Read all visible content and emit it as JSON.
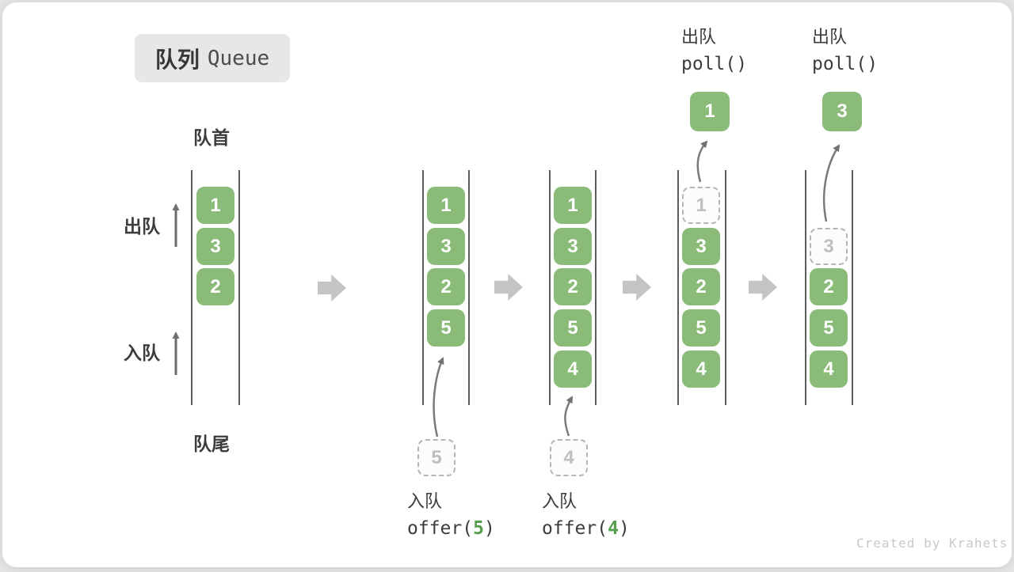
{
  "title": {
    "zh": "队列",
    "en": "Queue"
  },
  "labels": {
    "front": "队首",
    "rear": "队尾",
    "dequeue_side": "出队",
    "enqueue_side": "入队"
  },
  "colors": {
    "item_green": "#8abb78",
    "dashed_grey": "#b5b5b5",
    "block_arrow_grey": "#c4c4c4",
    "code_arg_green": "#55a04e",
    "line_dark": "#5d5d5d"
  },
  "stages": [
    {
      "items": [
        "1",
        "3",
        "2"
      ]
    },
    {
      "items": [
        "1",
        "3",
        "2",
        "5"
      ],
      "incoming": "5"
    },
    {
      "items": [
        "1",
        "3",
        "2",
        "5",
        "4"
      ],
      "incoming": "4"
    },
    {
      "items": [
        "3",
        "2",
        "5",
        "4"
      ],
      "removed": "1"
    },
    {
      "items": [
        "2",
        "5",
        "4"
      ],
      "removed": "3"
    }
  ],
  "enqueue_ops": [
    {
      "label": "入队",
      "fn": "offer(",
      "arg": "5",
      "close": ")"
    },
    {
      "label": "入队",
      "fn": "offer(",
      "arg": "4",
      "close": ")"
    }
  ],
  "dequeue_ops": [
    {
      "label": "出队",
      "code": "poll()",
      "value": "1"
    },
    {
      "label": "出队",
      "code": "poll()",
      "value": "3"
    }
  ],
  "watermark": "Created by Krahets"
}
